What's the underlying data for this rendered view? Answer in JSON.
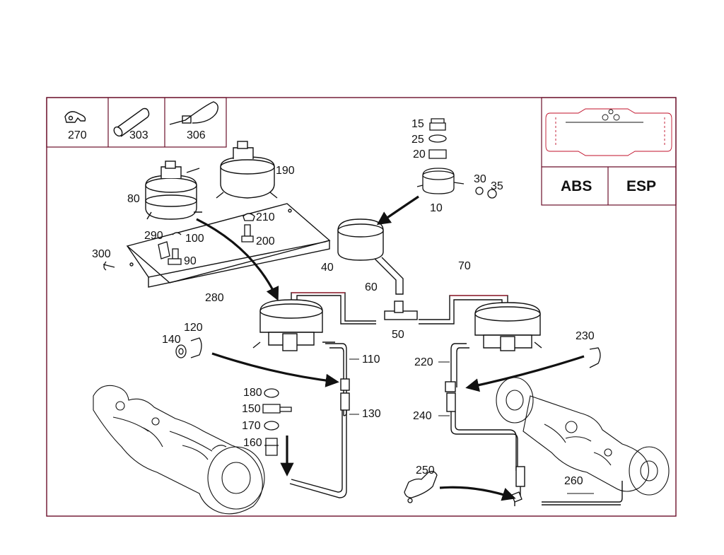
{
  "legend_parts": [
    {
      "id": "p270",
      "label": "270",
      "icon": "clip-icon"
    },
    {
      "id": "p303",
      "label": "303",
      "icon": "hose-sleeve-icon"
    },
    {
      "id": "p306",
      "label": "306",
      "icon": "cable-tie-icon"
    }
  ],
  "badges": {
    "abs": "ABS",
    "esp": "ESP"
  },
  "callouts": {
    "c10": "10",
    "c15": "15",
    "c20": "20",
    "c25": "25",
    "c30": "30",
    "c35": "35",
    "c40": "40",
    "c50": "50",
    "c60": "60",
    "c70": "70",
    "c80": "80",
    "c90": "90",
    "c100": "100",
    "c110": "110",
    "c120": "120",
    "c130": "130",
    "c140": "140",
    "c150": "150",
    "c160": "160",
    "c170": "170",
    "c180": "180",
    "c190": "190",
    "c200": "200",
    "c210": "210",
    "c220": "220",
    "c230": "230",
    "c240": "240",
    "c250": "250",
    "c260": "260",
    "c280": "280",
    "c290": "290",
    "c300": "300"
  },
  "colors": {
    "frame": "#6b0f2a",
    "line": "#111111",
    "accent": "#c0102a",
    "background": "#ffffff"
  }
}
